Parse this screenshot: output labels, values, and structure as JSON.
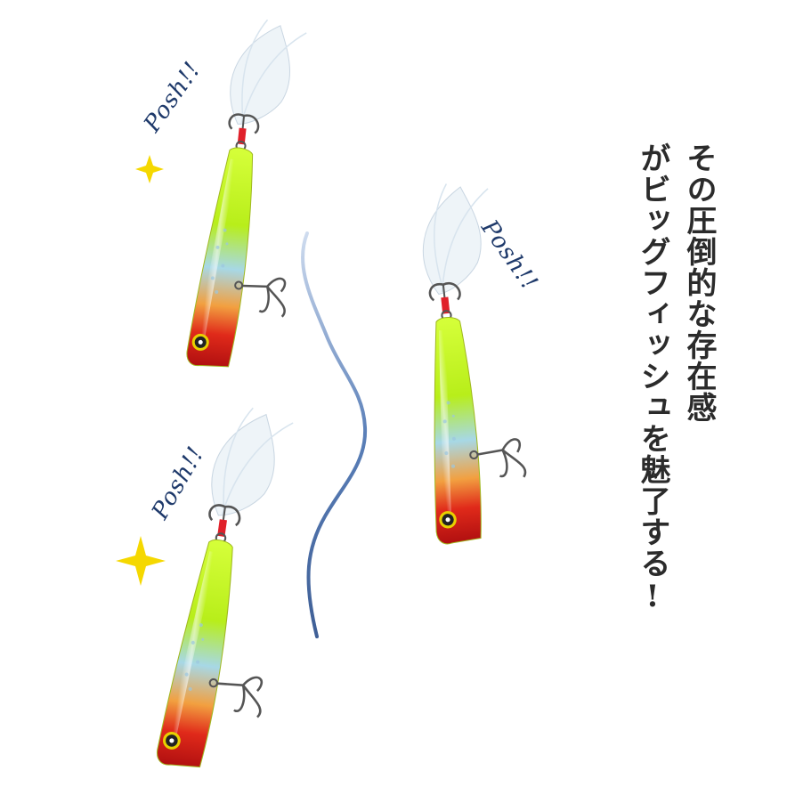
{
  "headline": {
    "line1": "その圧倒的な存在感",
    "line2": "がビッグフィッシュを魅了する!"
  },
  "sound_effects": [
    {
      "id": "posh-1",
      "text": "Posh!!"
    },
    {
      "id": "posh-2",
      "text": "Posh!!"
    },
    {
      "id": "posh-3",
      "text": "Posh!!"
    }
  ],
  "lures": [
    {
      "id": "lure-top-left",
      "description_icon": "popper-lure-icon"
    },
    {
      "id": "lure-right",
      "description_icon": "popper-lure-icon"
    },
    {
      "id": "lure-bottom-left",
      "description_icon": "popper-lure-icon"
    }
  ],
  "colors": {
    "text": "#2b2b2b",
    "posh_text": "#1f3a6b",
    "water_line": "#5a7fb8",
    "sparkle": "#f5d800",
    "lure_green": "#c8f000",
    "lure_red": "#d81818",
    "feather": "#eef4f8"
  }
}
